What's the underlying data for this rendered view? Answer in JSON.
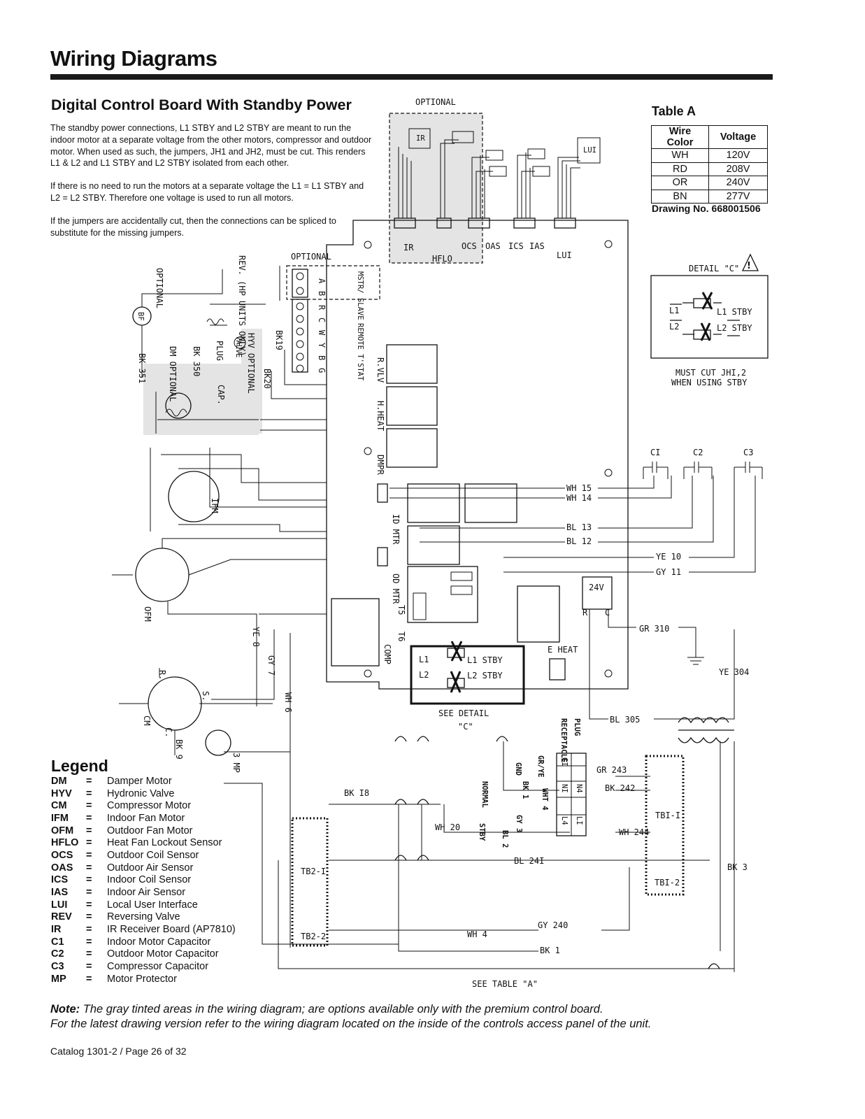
{
  "header": {
    "title": "Wiring Diagrams"
  },
  "section": {
    "title": "Digital Control Board With Standby Power",
    "paragraphs": [
      "The standby power connections, L1 STBY and L2 STBY are meant to run the indoor motor at a separate voltage from the other motors, compressor and outdoor motor. When used as such, the jumpers, JH1 and JH2, must be cut. This renders L1 & L2 and L1 STBY and L2 STBY isolated from each other.",
      "If there is no need to run the motors at a separate voltage the L1 = L1 STBY and L2 = L2 STBY. Therefore one voltage is used to run all motors.",
      "If the jumpers are accidentally cut, then the connections can be spliced to substitute for the missing jumpers."
    ]
  },
  "table_a": {
    "title": "Table A",
    "headers": [
      "Wire Color",
      "Voltage"
    ],
    "rows": [
      [
        "WH",
        "120V"
      ],
      [
        "RD",
        "208V"
      ],
      [
        "OR",
        "240V"
      ],
      [
        "BN",
        "277V"
      ]
    ],
    "drawing_no": "Drawing No. 668001506"
  },
  "diagram": {
    "optional_top": "OPTIONAL",
    "optional_mid": "OPTIONAL",
    "ir": "IR",
    "lui": "LUI",
    "sensor_labels": [
      "IR",
      "HFLO",
      "OCS",
      "OAS",
      "ICS",
      "IAS",
      "LUI"
    ],
    "detail_c_title": "DETAIL \"C\"",
    "detail_c_l1": "L1",
    "detail_c_l2": "L2",
    "detail_c_l1stby": "L1 STBY",
    "detail_c_l2stby": "L2 STBY",
    "must_cut": [
      "MUST CUT JHI,2",
      "WHEN USING STBY"
    ],
    "caps": [
      "CI",
      "C2",
      "C3"
    ],
    "board_wires": [
      "WH 15",
      "WH 14",
      "BL 13",
      "BL 12",
      "YE 10",
      "GY 11"
    ],
    "v24": "24V",
    "r": "R",
    "c": "C",
    "gr310": "GR 310",
    "ye304": "YE 304",
    "bl305": "BL 305",
    "see_detail": [
      "SEE DETAIL",
      "\"C\""
    ],
    "board_l1": "L1",
    "board_l2": "L2",
    "board_l1stby": "L1 STBY",
    "board_l2stby": "L2 STBY",
    "eheat": "E HEAT",
    "relay_labels": [
      "R.VLV",
      "H.HEAT",
      "DMPR",
      "ID MTR",
      "OD MTR",
      "T5",
      "T6",
      "COMP"
    ],
    "thermostat": [
      "A",
      "B",
      "R",
      "C",
      "W",
      "Y",
      "B",
      "G"
    ],
    "mstr_slave": "MSTR/ SLAVE",
    "remote_tstat": "REMOTE T'STAT",
    "left_rotated": [
      "OPTIONAL",
      "REV. (HP UNITS ONLY)",
      "BK19",
      "BK20",
      "HYV OPTIONAL",
      "VALVE",
      "PLUG",
      "CAP.",
      "BK 350",
      "DM OPTIONAL",
      "BK 351"
    ],
    "bf": "BF",
    "ifm": "IFM",
    "ofm": "OFM",
    "cm": "CM",
    "r_term": "R.",
    "s_term": "S.",
    "c_term": "C.",
    "ye8": "YE 8",
    "gy7": "GY 7",
    "wh6": "WH 6",
    "bk9": "BK 9",
    "mp3": "3 MP",
    "bk18": "BK I8",
    "wh20": "WH 20",
    "bl241": "BL 24I",
    "gy240": "GY 240",
    "wh4": "WH 4",
    "bk1": "BK 1",
    "gr243": "GR 243",
    "bk242": "BK 242",
    "wh244": "WH 244",
    "bk3": "BK 3",
    "tb21": "TB2-I",
    "tb22": "TB2-2",
    "tb11": "TBI-I",
    "tb12": "TBI-2",
    "see_table": "SEE TABLE \"A\"",
    "receptacle": "RECEPTACLE",
    "plug": "PLUG",
    "plug_pins": [
      "GI",
      "NI",
      "N4",
      "L4",
      "LI"
    ],
    "plug_left": [
      "GR/YE",
      "GND",
      "BK 1",
      "NORMAL",
      "WHT 4",
      "GY 3",
      "BL 2",
      "STBY"
    ]
  },
  "legend": {
    "title": "Legend",
    "items": [
      {
        "abbr": "DM",
        "desc": "Damper Motor"
      },
      {
        "abbr": "HYV",
        "desc": "Hydronic Valve"
      },
      {
        "abbr": "CM",
        "desc": "Compressor Motor"
      },
      {
        "abbr": "IFM",
        "desc": "Indoor Fan Motor"
      },
      {
        "abbr": "OFM",
        "desc": "Outdoor Fan Motor"
      },
      {
        "abbr": "HFLO",
        "desc": "Heat Fan Lockout Sensor"
      },
      {
        "abbr": "OCS",
        "desc": "Outdoor Coil Sensor"
      },
      {
        "abbr": "OAS",
        "desc": "Outdoor Air Sensor"
      },
      {
        "abbr": "ICS",
        "desc": "Indoor Coil Sensor"
      },
      {
        "abbr": "IAS",
        "desc": "Indoor Air Sensor"
      },
      {
        "abbr": "LUI",
        "desc": "Local User Interface"
      },
      {
        "abbr": "REV",
        "desc": "Reversing Valve"
      },
      {
        "abbr": "IR",
        "desc": "IR Receiver Board (AP7810)"
      },
      {
        "abbr": "C1",
        "desc": "Indoor Motor Capacitor"
      },
      {
        "abbr": "C2",
        "desc": "Outdoor Motor Capacitor"
      },
      {
        "abbr": "C3",
        "desc": "Compressor Capacitor"
      },
      {
        "abbr": "MP",
        "desc": "Motor Protector"
      }
    ],
    "eq": "="
  },
  "note": {
    "label": "Note:",
    "line1": " The gray tinted areas in the wiring diagram; are options available only with the premium control board.",
    "line2": "For the latest drawing version refer to the wiring diagram located on the inside of the controls access panel of the unit."
  },
  "footer": {
    "text": "Catalog 1301-2 / Page 26 of 32"
  }
}
